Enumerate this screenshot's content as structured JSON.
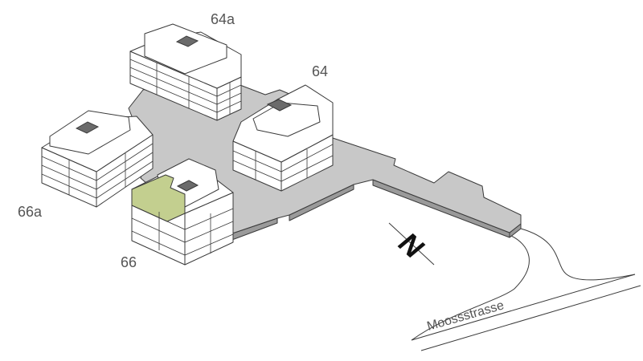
{
  "labels": {
    "building_64a": "64a",
    "building_64": "64",
    "building_66a": "66a",
    "building_66": "66",
    "north_marker": "N",
    "street_name": "Moossstrasse"
  },
  "colors": {
    "plaza": "#c8c8c8",
    "plaza_edge": "#9a9a9a",
    "building": "#ffffff",
    "stair_core": "#6b6b6b",
    "highlight_unit": "#c3cf8f",
    "lines": "#3a3a3a"
  }
}
